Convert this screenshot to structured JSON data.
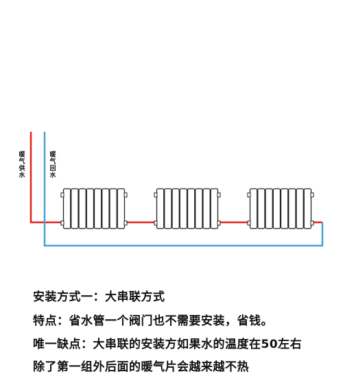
{
  "diagram": {
    "supply_label": "暖气供水",
    "return_label": "暖气回水",
    "colors": {
      "supply": "#e0201b",
      "return": "#4a9fd4",
      "radiator_stroke": "#222222",
      "radiator_fill": "#ffffff"
    },
    "radiator_count": 3,
    "fins_per_radiator": 8
  },
  "text": {
    "line1": "安装方式一：大串联方式",
    "line2": "特点：省水管一个阀门也不需要安装，省钱。",
    "line3": "唯一缺点：大串联的安装方如果水的温度在50左右",
    "line4": "除了第一组外后面的暖气片会越来越不热"
  }
}
